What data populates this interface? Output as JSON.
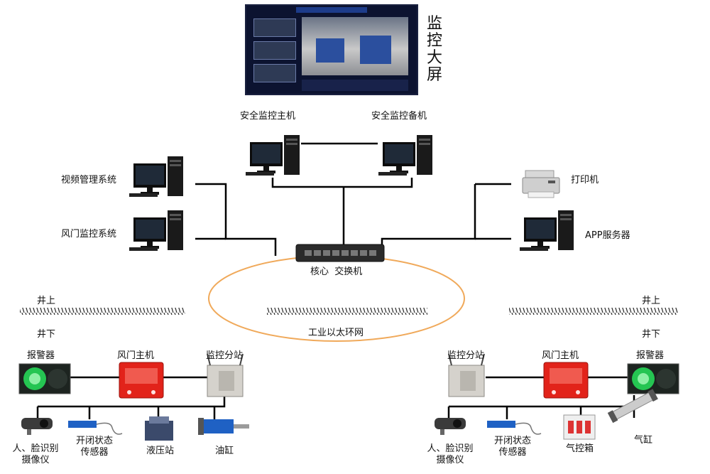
{
  "big_screen": {
    "label_chars": [
      "监",
      "控",
      "大",
      "屏"
    ]
  },
  "nodes": {
    "main_host": "安全监控主机",
    "backup_host": "安全监控备机",
    "video_system": "视频管理系统",
    "door_system": "风门监控系统",
    "printer": "打印机",
    "app_server": "APP服务器",
    "core_switch": "核心  交换机",
    "ring_network": "工业以太环网"
  },
  "left_site": {
    "above_ground": "井上",
    "below_ground": "井下",
    "alarm": "报警器",
    "door_host": "风门主机",
    "substation": "监控分站",
    "camera": [
      "人、脸识别",
      "摄像仪"
    ],
    "sensor": [
      "开闭状态",
      "传感器"
    ],
    "hydraulic": "液压站",
    "oil_cylinder": "油缸"
  },
  "right_site": {
    "above_ground": "井上",
    "below_ground": "井下",
    "substation": "监控分站",
    "door_host": "风门主机",
    "alarm": "报警器",
    "camera": [
      "人、脸识别",
      "摄像仪"
    ],
    "sensor": [
      "开闭状态",
      "传感器"
    ],
    "air_box": "气控箱",
    "air_cylinder": "气缸"
  },
  "colors": {
    "ring": "#f0a95a",
    "line": "#000000",
    "device_red": "#e2231a",
    "alarm_green": "#25c552",
    "screen_bg": "#0c1330"
  }
}
